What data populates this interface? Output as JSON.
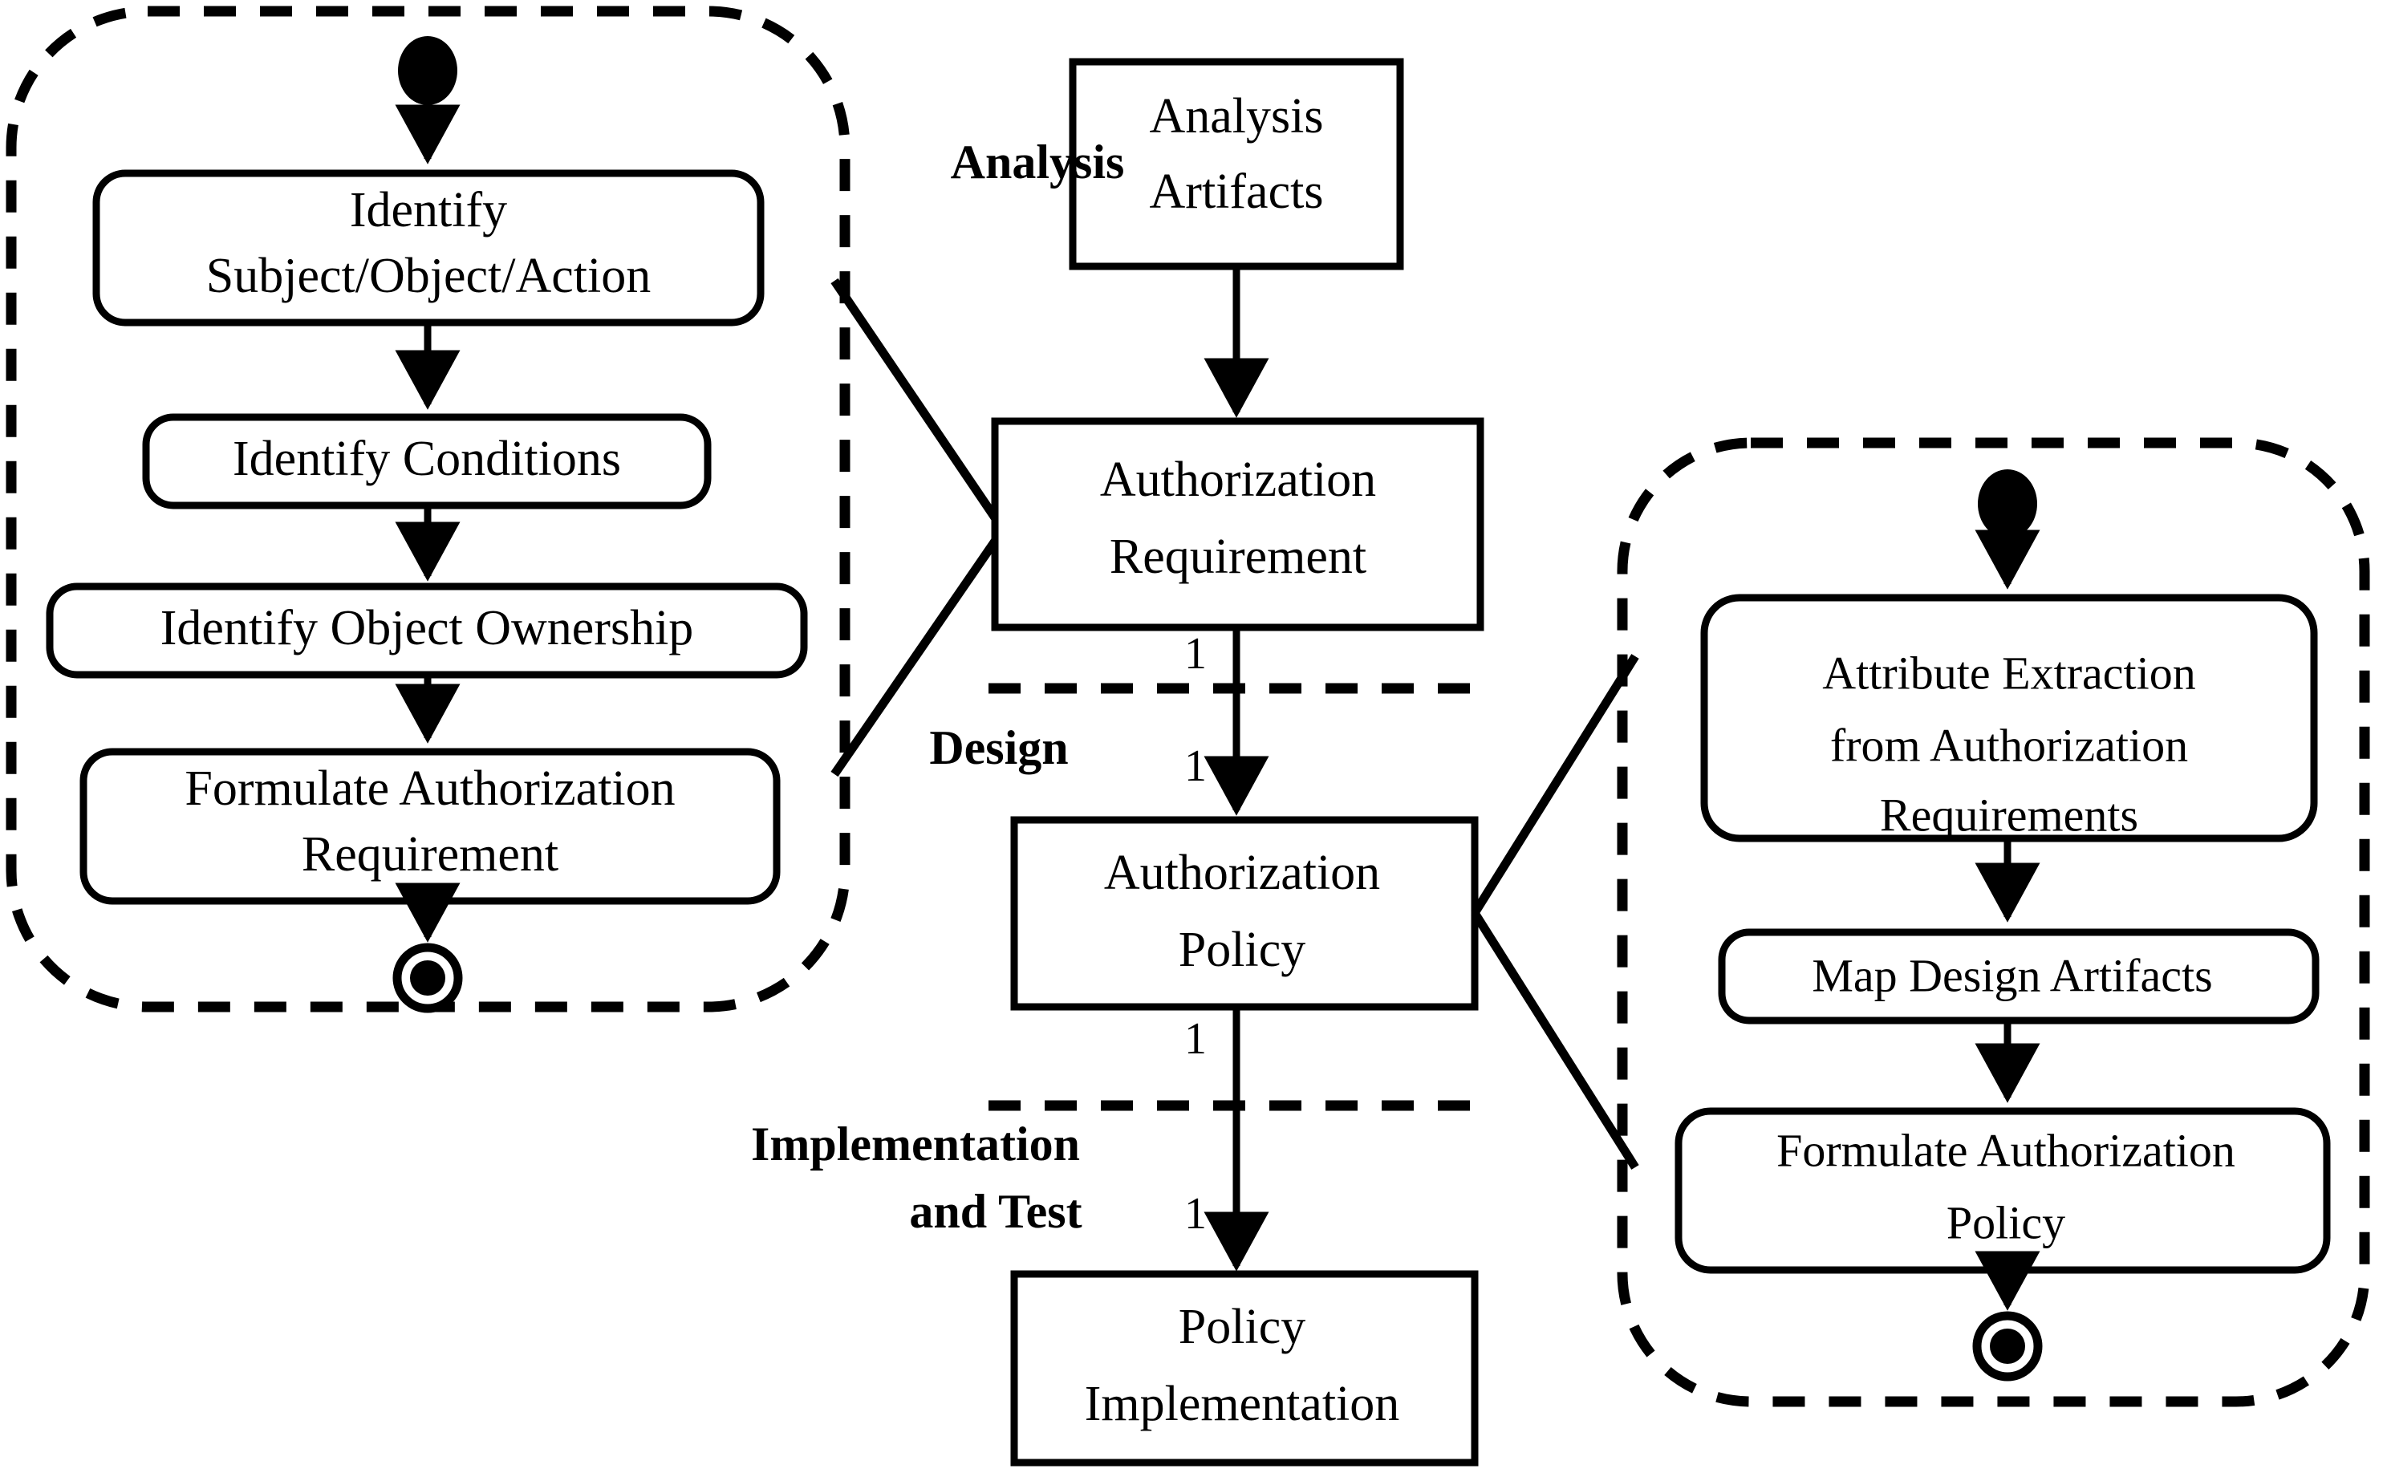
{
  "diagram": {
    "type": "uml-activity-diagram",
    "title": "Authorization Engineering Process",
    "colors": {
      "stroke": "#000000",
      "fill": "#ffffff",
      "background": "#ffffff"
    }
  },
  "left_partition": {
    "name": "analysis-activity-partition",
    "border": "dashed-rounded",
    "initial_node": "filled-circle",
    "final_node": "circle-in-circle",
    "activities": [
      {
        "label": "Identify\nSubject/Object/Action",
        "line1": "Identify",
        "line2": "Subject/Object/Action"
      },
      {
        "label": "Identify Conditions",
        "line1": "Identify Conditions",
        "line2": ""
      },
      {
        "label": "Identify Object Ownership",
        "line1": "Identify Object Ownership",
        "line2": ""
      },
      {
        "label": "Formulate Authorization\nRequirement",
        "line1": "Formulate Authorization",
        "line2": "Requirement"
      }
    ]
  },
  "center_column": {
    "objects": [
      {
        "name": "analysis-artifacts",
        "line1": "Analysis",
        "line2": "Artifacts"
      },
      {
        "name": "authorization-requirement",
        "line1": "Authorization",
        "line2": "Requirement"
      },
      {
        "name": "authorization-policy",
        "line1": "Authorization",
        "line2": "Policy"
      },
      {
        "name": "policy-implementation",
        "line1": "Policy",
        "line2": "Implementation"
      }
    ],
    "multiplicities": {
      "req_to_divider": "1",
      "divider_to_policy": "1",
      "policy_to_divider": "1",
      "divider_to_impl": "1"
    }
  },
  "phases": [
    {
      "name": "analysis",
      "line1": "Analysis",
      "line2": ""
    },
    {
      "name": "design",
      "line1": "Design",
      "line2": ""
    },
    {
      "name": "implementation-and-test",
      "line1": "Implementation",
      "line2": "and Test"
    }
  ],
  "right_partition": {
    "name": "design-activity-partition",
    "border": "dashed-rounded",
    "initial_node": "filled-circle",
    "final_node": "circle-in-circle",
    "activities": [
      {
        "label": "Attribute Extraction from Authorization Requirements",
        "line1": "Attribute Extraction",
        "line2": "from Authorization",
        "line3": "Requirements"
      },
      {
        "label": "Map Design Artifacts",
        "line1": "Map Design Artifacts",
        "line2": "",
        "line3": ""
      },
      {
        "label": "Formulate Authorization Policy",
        "line1": "Formulate Authorization",
        "line2": "Policy",
        "line3": ""
      }
    ]
  }
}
